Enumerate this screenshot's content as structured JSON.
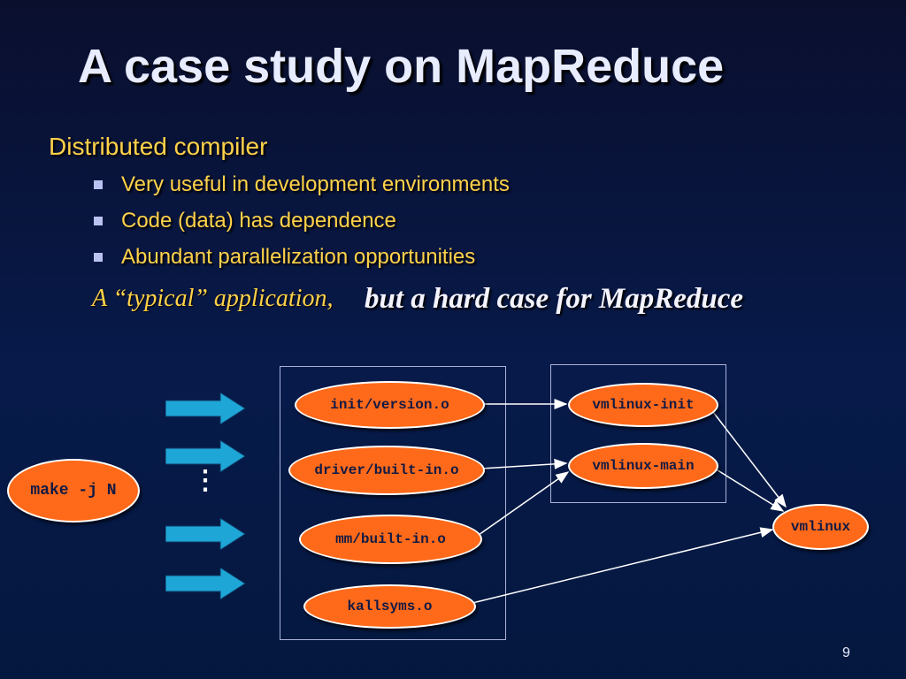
{
  "slide": {
    "title": "A case study on MapReduce",
    "heading": "Distributed compiler",
    "bullets": [
      "Very useful in development environments",
      "Code (data) has dependence",
      "Abundant parallelization opportunities"
    ],
    "note_left": "A “typical” application,",
    "note_right": "but a hard case for MapReduce",
    "page_number": "9"
  },
  "diagram": {
    "make": "make -j N",
    "dots": "⋮",
    "objects": [
      "init/version.o",
      "driver/built-in.o",
      "mm/built-in.o",
      "kallsyms.o"
    ],
    "links": [
      "vmlinux-init",
      "vmlinux-main"
    ],
    "final": "vmlinux"
  },
  "colors": {
    "node_fill": "#ff6a1a",
    "arrow_fill": "#1ea6d6",
    "text_yellow": "#ffd24a"
  }
}
